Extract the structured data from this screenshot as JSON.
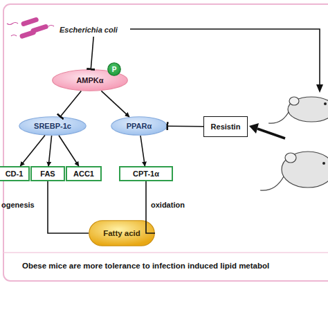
{
  "diagram": {
    "caption": "Obese mice are more tolerance to infection induced lipid metabol",
    "nodes": [
      {
        "text": [
          "Escherichia coli"
        ]
      },
      {
        "text": [
          "AMPKα"
        ]
      },
      {
        "text": [
          "P"
        ],
        "in": 1
      },
      {
        "text": [
          "SREBP-1c"
        ]
      },
      {
        "text": [
          "PPARα"
        ]
      },
      {
        "text": [
          "Resistin"
        ]
      },
      {
        "text": [
          "CD-1"
        ]
      },
      {
        "text": [
          "FAS"
        ]
      },
      {
        "text": [
          "ACC1"
        ]
      },
      {
        "text": [
          "CPT-1α"
        ]
      },
      {
        "text": [
          "Fatty acid"
        ]
      }
    ],
    "edges": [
      {
        "from": 0,
        "to": 1,
        "arrow": "to"
      },
      {
        "from": 1,
        "to": 3,
        "arrow": "to"
      },
      {
        "from": 1,
        "to": 4,
        "arrow": "to"
      },
      {
        "from": 5,
        "to": 4,
        "arrow": "to"
      },
      {
        "from": 3,
        "to": 6,
        "arrow": "to"
      },
      {
        "from": 3,
        "to": 7,
        "arrow": "to"
      },
      {
        "from": 3,
        "to": 8,
        "arrow": "to"
      },
      {
        "from": 7,
        "to": 10,
        "label": "ogenesis",
        "arrow": "none"
      },
      {
        "from": 4,
        "to": 9,
        "arrow": "to"
      },
      {
        "from": 9,
        "to": 10,
        "label": "oxidation",
        "arrow": "none"
      }
    ]
  }
}
